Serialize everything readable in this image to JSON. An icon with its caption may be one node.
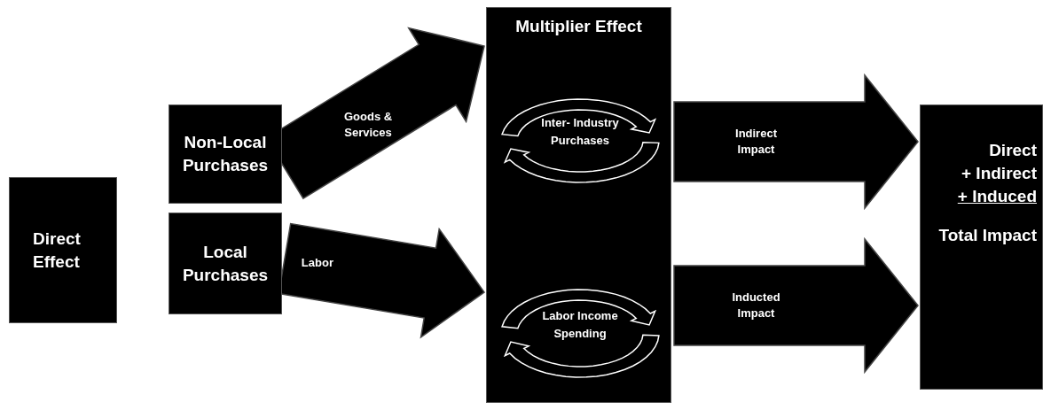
{
  "diagram": {
    "nodes": [
      {
        "text": [
          "Direct Effect"
        ]
      },
      {
        "text": [
          "Non-Local Purchases"
        ]
      },
      {
        "text": [
          "Local Purchases"
        ]
      },
      {
        "text": [
          "Multiplier Effect"
        ]
      },
      {
        "text": [
          "Inter- Industry Purchases"
        ],
        "in": 3
      },
      {
        "text": [
          "Labor Income Spending"
        ],
        "in": 3
      },
      {
        "text": [
          "Direct",
          "+ Indirect",
          "+ Induced",
          "Total Impact"
        ]
      }
    ],
    "edges": [
      {
        "from": 1,
        "to": 3,
        "arrow": "to",
        "label": "Goods & Services"
      },
      {
        "from": 2,
        "to": 3,
        "arrow": "to",
        "label": "Labor"
      },
      {
        "from": 3,
        "to": 6,
        "arrow": "to",
        "label": "Indirect Impact"
      },
      {
        "from": 3,
        "to": 6,
        "arrow": "to",
        "label": "Inducted Impact"
      }
    ]
  }
}
